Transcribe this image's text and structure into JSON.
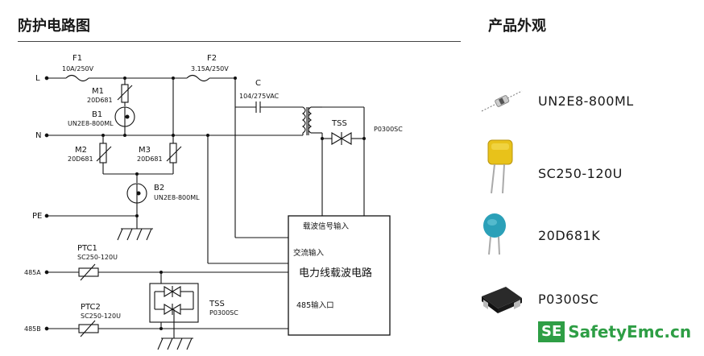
{
  "headings": {
    "circuit": "防护电路图",
    "products": "产品外观"
  },
  "circuit": {
    "lines": {
      "L": "L",
      "N": "N",
      "PE": "PE",
      "485A": "485A",
      "485B": "485B"
    },
    "F1": {
      "name": "F1",
      "rating": "10A/250V"
    },
    "F2": {
      "name": "F2",
      "rating": "3.15A/250V"
    },
    "C": {
      "name": "C",
      "rating": "104/275VAC"
    },
    "M1": {
      "name": "M1",
      "part": "20D681"
    },
    "B1": {
      "name": "B1",
      "part": "UN2E8-800ML"
    },
    "M2": {
      "name": "M2",
      "part": "20D681"
    },
    "M3": {
      "name": "M3",
      "part": "20D681"
    },
    "B2": {
      "name": "B2",
      "part": "UN2E8-800ML"
    },
    "TSS_top": {
      "name": "TSS",
      "part": "P0300SC"
    },
    "PTC1": {
      "name": "PTC1",
      "part": "SC250-120U"
    },
    "PTC2": {
      "name": "PTC2",
      "part": "SC250-120U"
    },
    "TSS_bottom": {
      "name": "TSS",
      "part": "P0300SC"
    },
    "box": {
      "carrier_input": "载波信号输入",
      "ac_input": "交流输入",
      "title": "电力线载波电路",
      "rs485_input": "485输入口"
    }
  },
  "products": [
    {
      "label": "UN2E8-800ML",
      "icon": "gas-discharge-tube-icon"
    },
    {
      "label": "SC250-120U",
      "icon": "ptc-thermistor-icon"
    },
    {
      "label": "20D681K",
      "icon": "varistor-icon"
    },
    {
      "label": "P0300SC",
      "icon": "tss-smd-icon"
    }
  ],
  "brand": {
    "badge": "SE",
    "text": "SafetyEmc.cn"
  },
  "colors": {
    "ptc": "#e8c21a",
    "varistor": "#2ba0b8",
    "smd": "#2a2a2a",
    "brand": "#2e9e45"
  }
}
